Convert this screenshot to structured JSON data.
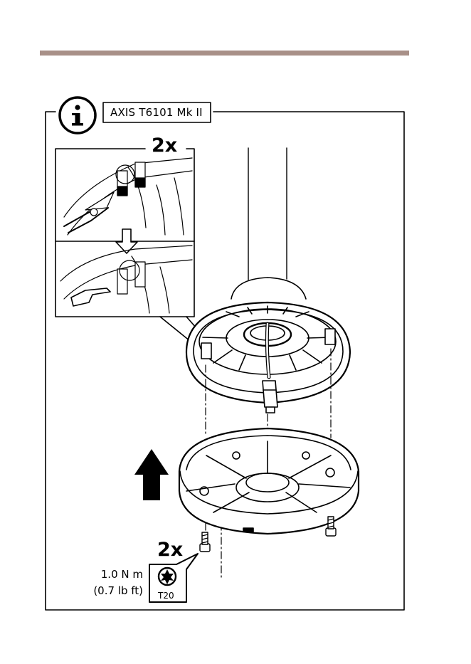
{
  "figure": {
    "model_label": "AXIS T6101 Mk II",
    "info_icon": "info-icon",
    "cut_count": "2x",
    "screw_count": "2x",
    "torque_nm": "1.0 N m",
    "torque_lbft": "(0.7 lb ft)",
    "tool": "T20",
    "tool_icon": "torx-bit-icon",
    "accent_rule_color": "#a89088"
  }
}
